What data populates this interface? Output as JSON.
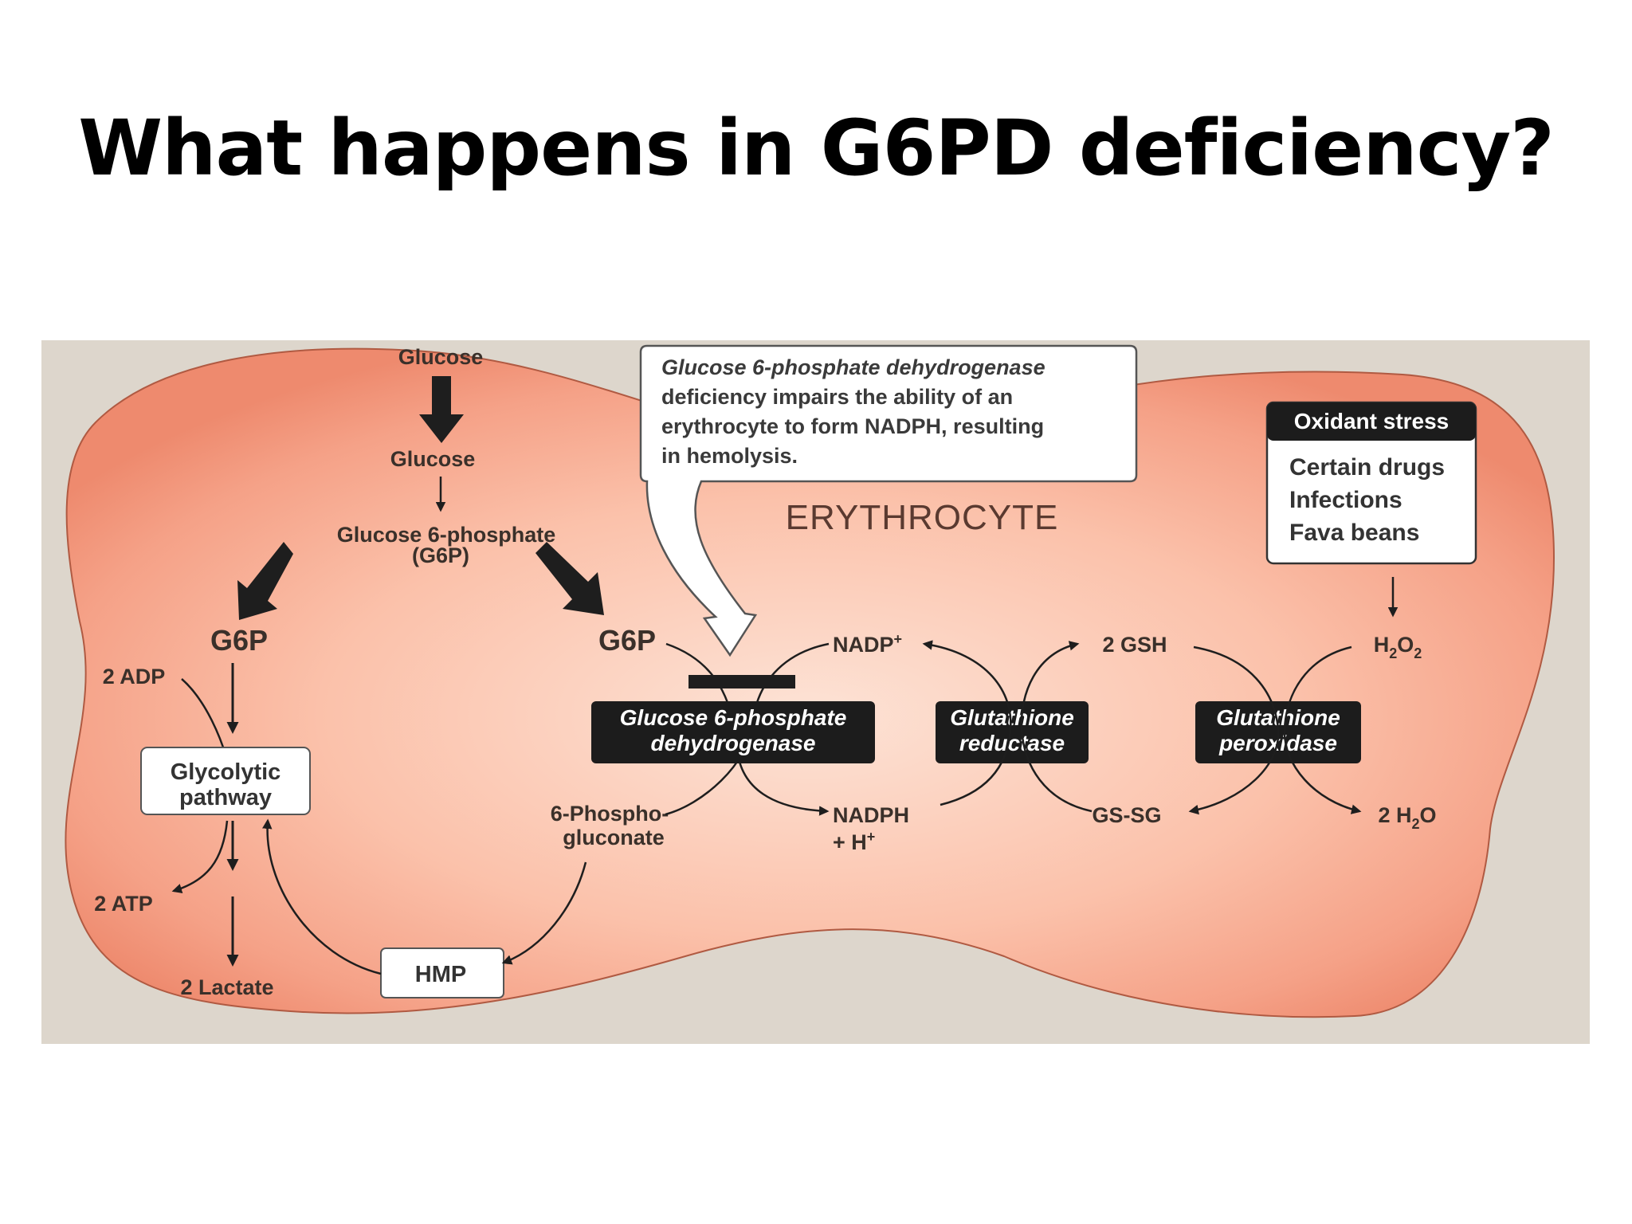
{
  "title": "What happens in G6PD deficiency?",
  "diagram": {
    "cell_label": "ERYTHROCYTE",
    "callout": {
      "line1": "Glucose 6-phosphate dehydrogenase",
      "line2": "deficiency impairs the ability of an",
      "line3": "erythrocyte to form NADPH, resulting",
      "line4": "in hemolysis."
    },
    "oxidant": {
      "header": "Oxidant stress",
      "items": [
        "Certain drugs",
        "Infections",
        "Fava beans"
      ]
    },
    "labels": {
      "glucose_outside": "Glucose",
      "glucose_inside": "Glucose",
      "g6p_full": "Glucose 6-phosphate",
      "g6p_abbr": "(G6P)",
      "g6p_left": "G6P",
      "g6p_right": "G6P",
      "adp": "2 ADP",
      "atp": "2 ATP",
      "lactate": "2 Lactate",
      "glycolytic_1": "Glycolytic",
      "glycolytic_2": "pathway",
      "hmp": "HMP",
      "phospho_1": "6-Phospho-",
      "phospho_2": "gluconate",
      "nadp_base": "NADP",
      "nadp_sup": "+",
      "nadph_1": "NADPH",
      "nadph_2_base": "+ H",
      "nadph_2_sup": "+",
      "gsh": "2 GSH",
      "gssg": "GS-SG",
      "h2o2": "H2O2",
      "h2o2_base": "H",
      "h2o2_sub": "2",
      "h2o2_o": "O",
      "h2o2_sub2": "2",
      "h2o": "2 H2O",
      "h2o_base": "2 H",
      "h2o_sub": "2",
      "h2o_o": "O"
    },
    "enzymes": {
      "g6pd_1": "Glucose 6-phosphate",
      "g6pd_2": "dehydrogenase",
      "gr_1": "Glutathione",
      "gr_2": "reductase",
      "gp_1": "Glutathione",
      "gp_2": "peroxidase"
    },
    "colors": {
      "cell": "#f59a82",
      "cell_center": "#fcd9cb",
      "background": "#ddd6cc",
      "enzyme_box": "#1c1c1c",
      "arrow": "#1e1e1e"
    }
  }
}
